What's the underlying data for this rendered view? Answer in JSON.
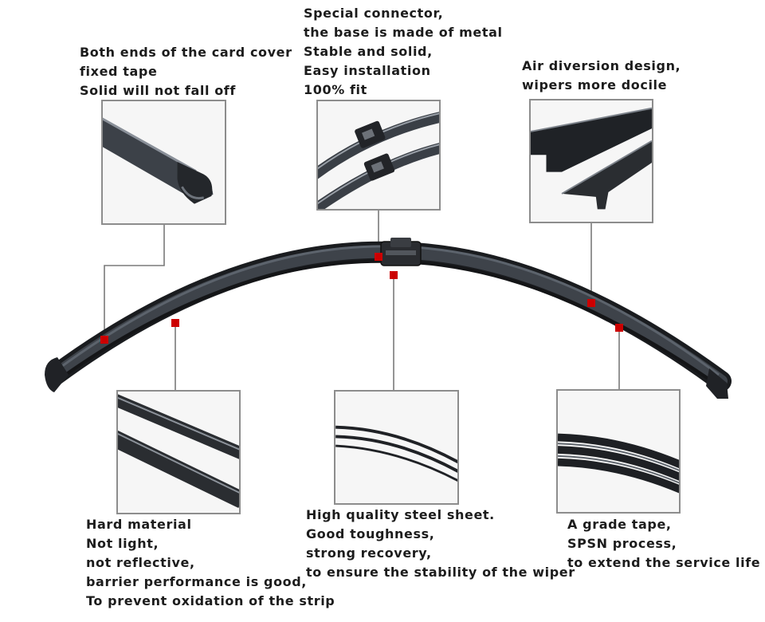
{
  "callouts": {
    "end_cap": {
      "lines": [
        "Both ends of the card cover",
        "fixed tape",
        "Solid will not fall off"
      ],
      "detail_icon": "blade-end-cap-closeup"
    },
    "connector": {
      "lines": [
        "Special connector,",
        "the base is made of metal",
        "Stable and solid,",
        "Easy installation",
        "100% fit"
      ],
      "detail_icon": "metal-connector-closeup"
    },
    "air_diversion": {
      "lines": [
        "Air diversion design,",
        "wipers more docile"
      ],
      "detail_icon": "rubber-profile-closeup"
    },
    "hard_material": {
      "lines": [
        "Hard material",
        "Not light,",
        "not reflective,",
        "barrier performance is good,",
        "To prevent oxidation of the strip"
      ],
      "detail_icon": "blade-edge-closeup"
    },
    "steel_sheet": {
      "lines": [
        "High quality steel sheet.",
        "Good toughness,",
        "strong recovery,",
        "to ensure the stability of the wiper"
      ],
      "detail_icon": "steel-strip-closeup"
    },
    "rubber_tape": {
      "lines": [
        "A grade tape,",
        "SPSN process,",
        "to extend the service life"
      ],
      "detail_icon": "rubber-layers-closeup"
    }
  },
  "colors": {
    "marker": "#cc0000",
    "leader_line": "#7a7a7a",
    "blade": "#2b2e33",
    "frame": "#8d8d8d"
  }
}
